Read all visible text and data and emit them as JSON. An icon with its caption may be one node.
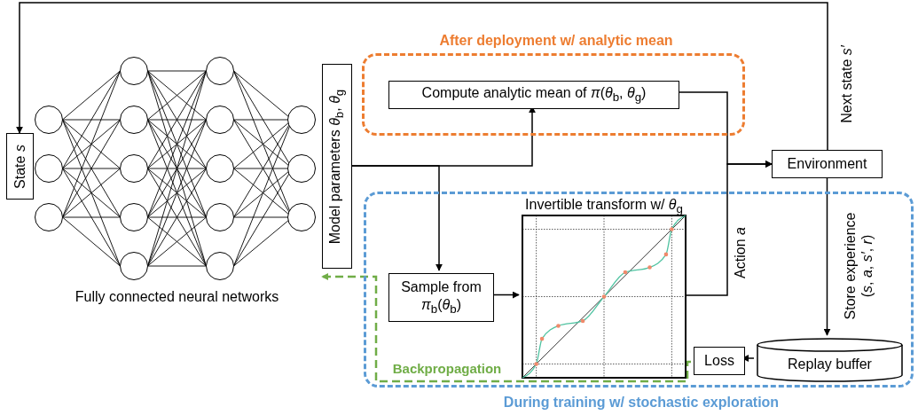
{
  "diagram": {
    "nodes": [
      {
        "text": [
          "After deployment w/ analytic mean"
        ]
      },
      {
        "text": [
          "Compute analytic mean of *π*(*θ*$_{b}$, *θ*$_{g}$)"
        ],
        "in": 0
      },
      {
        "text": [
          "During training w/ stochastic exploration"
        ]
      },
      {
        "text": [
          "Sample from *π*$_{b}$(*θ*$_{b}$)"
        ],
        "in": 2
      },
      {
        "text": [
          "Invertible transform w/ *θ*$_{g}$"
        ],
        "in": 2
      },
      {
        "text": [
          "Loss"
        ],
        "in": 2
      },
      {
        "text": [
          "Replay buffer"
        ],
        "in": 2
      },
      {
        "text": [
          "State *s*"
        ]
      },
      {
        "text": [],
        "shape": "picture",
        "beside": [
          "Fully connected neural networks"
        ]
      },
      {
        "text": [
          "Model parameters *θ*$_{b}$, *θ*$_{g}$"
        ]
      },
      {
        "text": [
          "Environment"
        ]
      }
    ],
    "edges": [
      {
        "from": 9,
        "to": 1,
        "arrow": "to"
      },
      {
        "from": 9,
        "to": 3,
        "arrow": "to"
      },
      {
        "from": 1,
        "to": 10,
        "arrow": "to"
      },
      {
        "from": 3,
        "to": 4,
        "arrow": "to"
      },
      {
        "from": 4,
        "to": 10,
        "arrow": "to",
        "label": "Action *a*"
      },
      {
        "from": 10,
        "to": 7,
        "arrow": "to",
        "label": "Next state *s′*"
      },
      {
        "from": 10,
        "to": 6,
        "arrow": "to",
        "label": "Store experience (*s*, *a*, *s′*, *r*)"
      },
      {
        "from": 6,
        "to": 5,
        "arrow": "to"
      },
      {
        "from": 5,
        "to": 8,
        "arrow": "to",
        "label": "Backpropagation",
        "style": "dashed",
        "color": "#70ad47"
      }
    ]
  }
}
